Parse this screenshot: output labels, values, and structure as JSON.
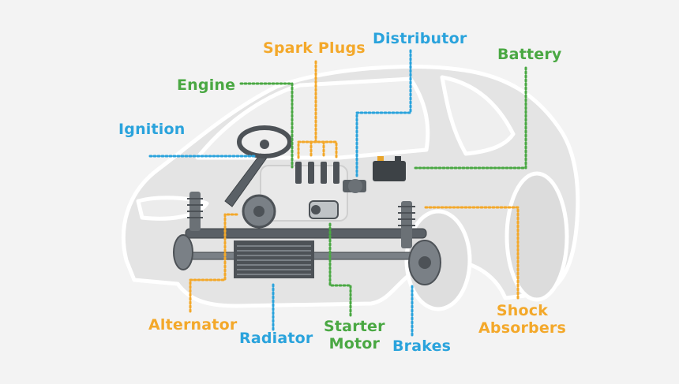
{
  "colors": {
    "green": "#4aa843",
    "blue": "#2aa3dc",
    "orange": "#f3a82a",
    "car_body": "#e6e6e6",
    "car_outline": "#ffffff",
    "parts": "#555b60"
  },
  "labels": {
    "spark_plugs": "Spark Plugs",
    "distributor": "Distributor",
    "battery": "Battery",
    "engine": "Engine",
    "ignition": "Ignition",
    "alternator": "Alternator",
    "radiator": "Radiator",
    "starter_motor_line1": "Starter",
    "starter_motor_line2": "Motor",
    "brakes": "Brakes",
    "shock_absorbers_line1": "Shock",
    "shock_absorbers_line2": "Absorbers"
  }
}
